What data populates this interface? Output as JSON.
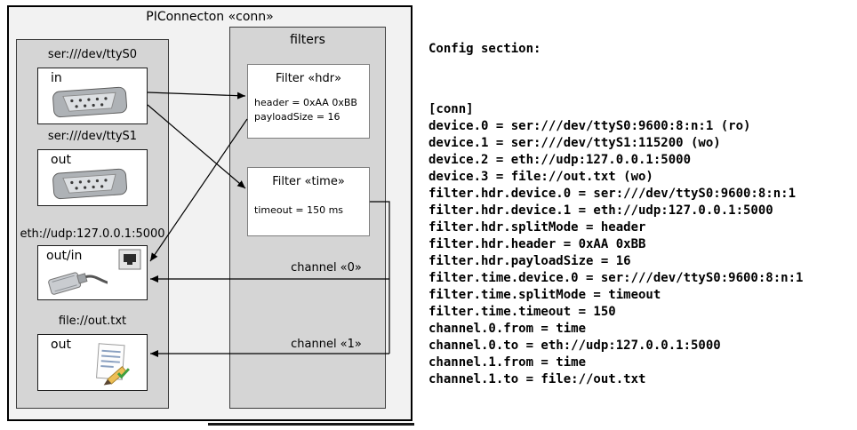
{
  "colors": {
    "outer_background": "#f2f2f2",
    "panel_background": "#d5d5d5",
    "box_background": "#ffffff",
    "line_color": "#000000"
  },
  "diagram": {
    "title": "PIConnecton «conn»",
    "filters_title": "filters",
    "devices": [
      {
        "label": "ser:///dev/ttyS0",
        "direction": "in",
        "icon": "serial-connector-icon"
      },
      {
        "label": "ser:///dev/ttyS1",
        "direction": "out",
        "icon": "serial-connector-icon"
      },
      {
        "label": "eth://udp:127.0.0.1:5000",
        "direction": "out/in",
        "icon": "ethernet-port-icon"
      },
      {
        "label": "file://out.txt",
        "direction": "out",
        "icon": "document-edit-icon"
      }
    ],
    "filters": [
      {
        "title": "Filter «hdr»",
        "params": [
          "header = 0xAA 0xBB",
          "payloadSize = 16"
        ]
      },
      {
        "title": "Filter «time»",
        "params": [
          "timeout = 150 ms"
        ]
      }
    ],
    "channels": [
      {
        "label": "channel «0»"
      },
      {
        "label": "channel «1»"
      }
    ]
  },
  "config": {
    "title": "Config section:",
    "lines": [
      "[conn]",
      "device.0 = ser:///dev/ttyS0:9600:8:n:1 (ro)",
      "device.1 = ser:///dev/ttyS1:115200 (wo)",
      "device.2 = eth://udp:127.0.0.1:5000",
      "device.3 = file://out.txt (wo)",
      "filter.hdr.device.0 = ser:///dev/ttyS0:9600:8:n:1",
      "filter.hdr.device.1 = eth://udp:127.0.0.1:5000",
      "filter.hdr.splitMode = header",
      "filter.hdr.header = 0xAA 0xBB",
      "filter.hdr.payloadSize = 16",
      "filter.time.device.0 = ser:///dev/ttyS0:9600:8:n:1",
      "filter.time.splitMode = timeout",
      "filter.time.timeout = 150",
      "channel.0.from = time",
      "channel.0.to = eth://udp:127.0.0.1:5000",
      "channel.1.from = time",
      "channel.1.to = file://out.txt"
    ]
  }
}
